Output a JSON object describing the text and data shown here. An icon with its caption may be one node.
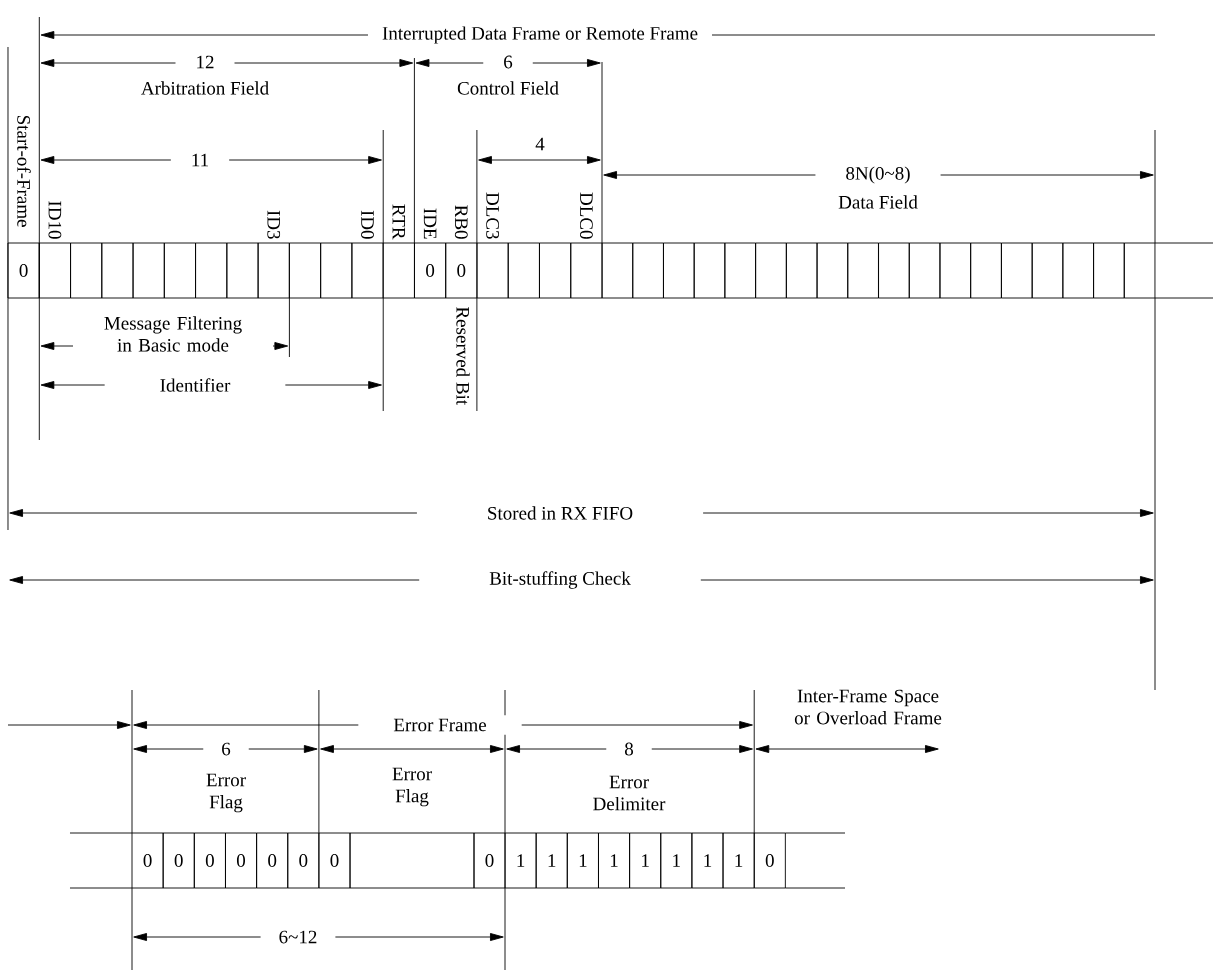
{
  "diagram": {
    "labels": [
      "Interrupted Data Frame or Remote Frame",
      "12",
      "6",
      "Arbitration Field",
      "Control Field",
      "Start-of-Frame",
      "11",
      "4",
      "8N(0~8)",
      "Data Field",
      "ID10",
      "ID3",
      "ID0",
      "RTR",
      "IDE",
      "RB0",
      "DLC3",
      "DLC0",
      "0",
      "0",
      "0",
      "Message Filtering in Basic mode",
      "Reserved Bit",
      "Identifier",
      "Stored in RX FIFO",
      "Bit-stuffing Check",
      "Error Frame",
      "Inter-Frame Space or Overload Frame",
      "6",
      "8",
      "Error Flag",
      "Error Flag",
      "Error Delimiter",
      "0",
      "0",
      "0",
      "0",
      "0",
      "0",
      "0",
      "0",
      "1",
      "1",
      "1",
      "1",
      "1",
      "1",
      "1",
      "1",
      "0",
      "6~12"
    ]
  }
}
